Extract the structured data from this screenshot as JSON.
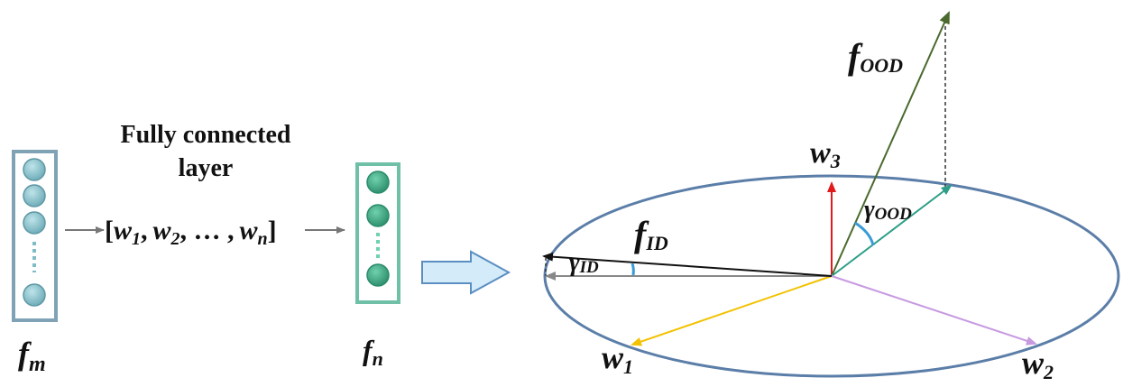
{
  "fc_title_line1": "Fully connected",
  "fc_title_line2": "layer",
  "weight_vector": {
    "open": "[",
    "w1": "w",
    "w1_sub": "1",
    "sep1": ",",
    "w2": "w",
    "w2_sub": "2",
    "sep2": ", … ,",
    "wn": "w",
    "wn_sub": "n",
    "close": "]"
  },
  "fm_label": {
    "base": "f",
    "sub": "m"
  },
  "fn_label": {
    "base": "f",
    "sub": "n"
  },
  "f_ood_label": {
    "base": "f",
    "sub": "OOD"
  },
  "f_id_label": {
    "base": "f",
    "sub": "ID"
  },
  "w1_label": {
    "base": "w",
    "sub": "1"
  },
  "w2_label": {
    "base": "w",
    "sub": "2"
  },
  "w3_label": {
    "base": "w",
    "sub": "3"
  },
  "gamma_ood_label": {
    "base": "γ",
    "sub": "OOD"
  },
  "gamma_id_label": {
    "base": "γ",
    "sub": "ID"
  },
  "colors": {
    "fm_frame": "#7fa3b5",
    "fm_node": "#7fbcc6",
    "fn_frame": "#6fc0a6",
    "fn_node": "#2e9e78",
    "ellipse": "#5b7ea8",
    "arrow_fc": "#777777",
    "big_arrow_fill": "#d4ecf9",
    "big_arrow_stroke": "#5b8fc2",
    "f_ood": "#4a6a2e",
    "w1": "#f2c200",
    "w2": "#c79ae0",
    "w3": "#e11b1b",
    "teal_vec": "#2e9e88",
    "f_id": "#111111",
    "id_proj": "#888888",
    "angle_arc": "#3a9ad6"
  }
}
